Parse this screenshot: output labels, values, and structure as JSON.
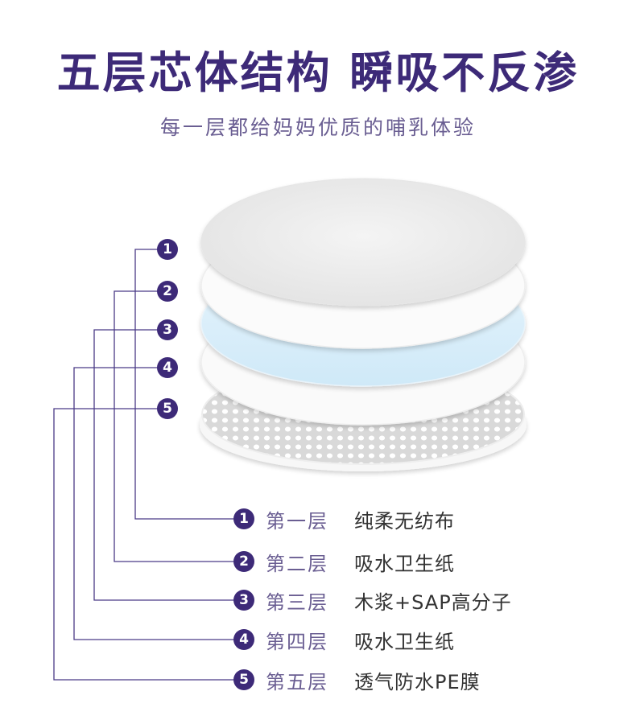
{
  "colors": {
    "accent": "#3d2a78",
    "line": "#4a3a86",
    "text": "#333333",
    "muted": "#6a5e92"
  },
  "header": {
    "title": "五层芯体结构 瞬吸不反渗",
    "subtitle": "每一层都给妈妈优质的哺乳体验"
  },
  "markers": [
    "1",
    "2",
    "3",
    "4",
    "5"
  ],
  "layers": [
    {
      "num": "1",
      "layer": "第一层",
      "material": "纯柔无纺布"
    },
    {
      "num": "2",
      "layer": "第二层",
      "material": "吸水卫生纸"
    },
    {
      "num": "3",
      "layer": "第三层",
      "material": "木浆+SAP高分子"
    },
    {
      "num": "4",
      "layer": "第四层",
      "material": "吸水卫生纸"
    },
    {
      "num": "5",
      "layer": "第五层",
      "material": "透气防水PE膜"
    }
  ]
}
